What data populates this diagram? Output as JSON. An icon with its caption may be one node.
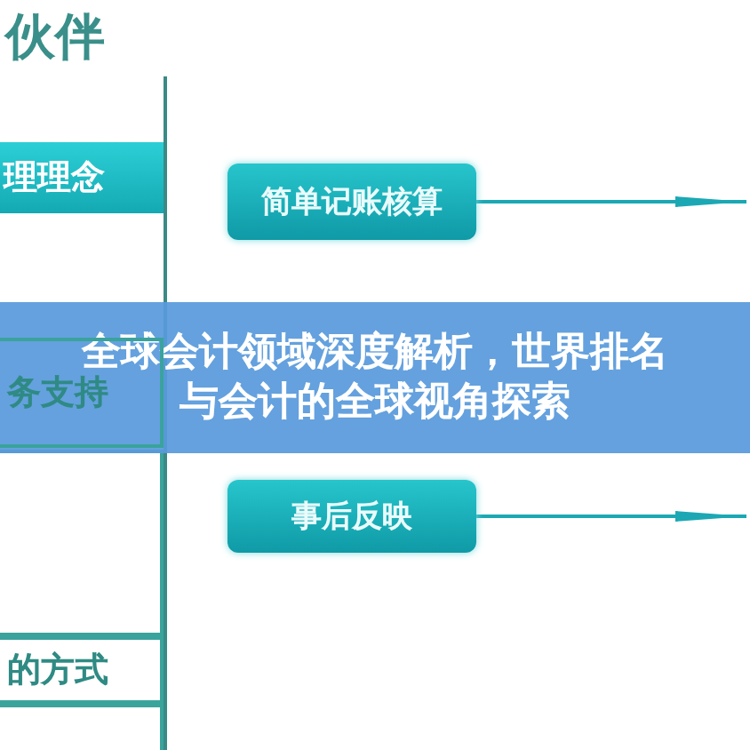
{
  "diagram": {
    "title": "全球会计领域深度解析，世界排名与会计的全球视角探索",
    "nodes": [
      {
        "text": [
          "理理念"
        ]
      },
      {
        "text": [
          "务支持"
        ]
      },
      {
        "text": [],
        "shape": "box"
      },
      {
        "text": [
          "的方式"
        ]
      },
      {
        "text": [],
        "shape": "box"
      },
      {
        "text": [],
        "shape": "box"
      },
      {
        "text": [
          "简单记账核算"
        ],
        "in": 5
      },
      {
        "text": [
          "事后反映"
        ],
        "in": 5
      }
    ],
    "edges": [
      {
        "from": 6,
        "to": null,
        "arrow": "to"
      },
      {
        "from": 7,
        "to": null,
        "arrow": "to"
      }
    ],
    "labels": [
      "伙伴"
    ]
  }
}
